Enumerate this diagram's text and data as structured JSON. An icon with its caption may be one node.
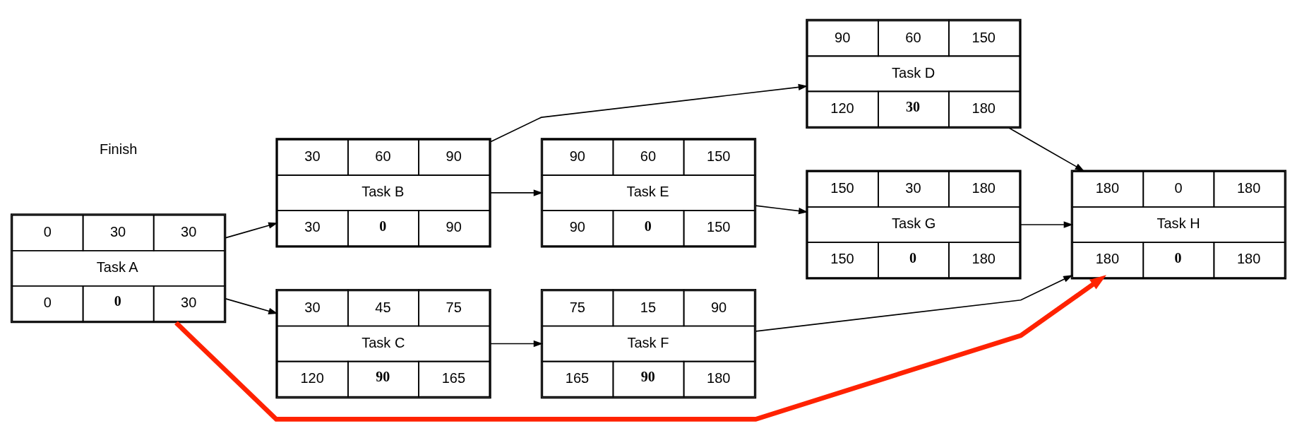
{
  "diagram": {
    "nodes": [
      {
        "text": [
          "0",
          "30",
          "30",
          "Task A",
          "0",
          "0",
          "30"
        ]
      },
      {
        "text": [
          "30",
          "60",
          "90",
          "Task B",
          "30",
          "0",
          "90"
        ]
      },
      {
        "text": [
          "30",
          "45",
          "75",
          "Task C",
          "120",
          "90",
          "165"
        ]
      },
      {
        "text": [
          "90",
          "60",
          "150",
          "Task D",
          "120",
          "30",
          "180"
        ]
      },
      {
        "text": [
          "90",
          "60",
          "150",
          "Task E",
          "90",
          "0",
          "150"
        ]
      },
      {
        "text": [
          "75",
          "15",
          "90",
          "Task F",
          "165",
          "90",
          "180"
        ]
      },
      {
        "text": [
          "150",
          "30",
          "180",
          "Task G",
          "150",
          "0",
          "180"
        ]
      },
      {
        "text": [
          "180",
          "0",
          "180",
          "Task H",
          "180",
          "0",
          "180"
        ]
      }
    ],
    "edges": [
      {
        "from": 0,
        "to": 1,
        "arrow": "to"
      },
      {
        "from": 0,
        "to": 2,
        "arrow": "to"
      },
      {
        "from": 1,
        "to": 3,
        "arrow": "to"
      },
      {
        "from": 1,
        "to": 4,
        "arrow": "to"
      },
      {
        "from": 2,
        "to": 5,
        "arrow": "to"
      },
      {
        "from": 4,
        "to": 6,
        "arrow": "to"
      },
      {
        "from": 3,
        "to": 7,
        "arrow": "to"
      },
      {
        "from": 6,
        "to": 7,
        "arrow": "to"
      },
      {
        "from": 5,
        "to": 7,
        "arrow": "to"
      },
      {
        "from": 0,
        "to": 7,
        "arrow": "to",
        "style": "thick",
        "color": "#ff2200"
      }
    ],
    "labels": [
      "Finish"
    ]
  }
}
